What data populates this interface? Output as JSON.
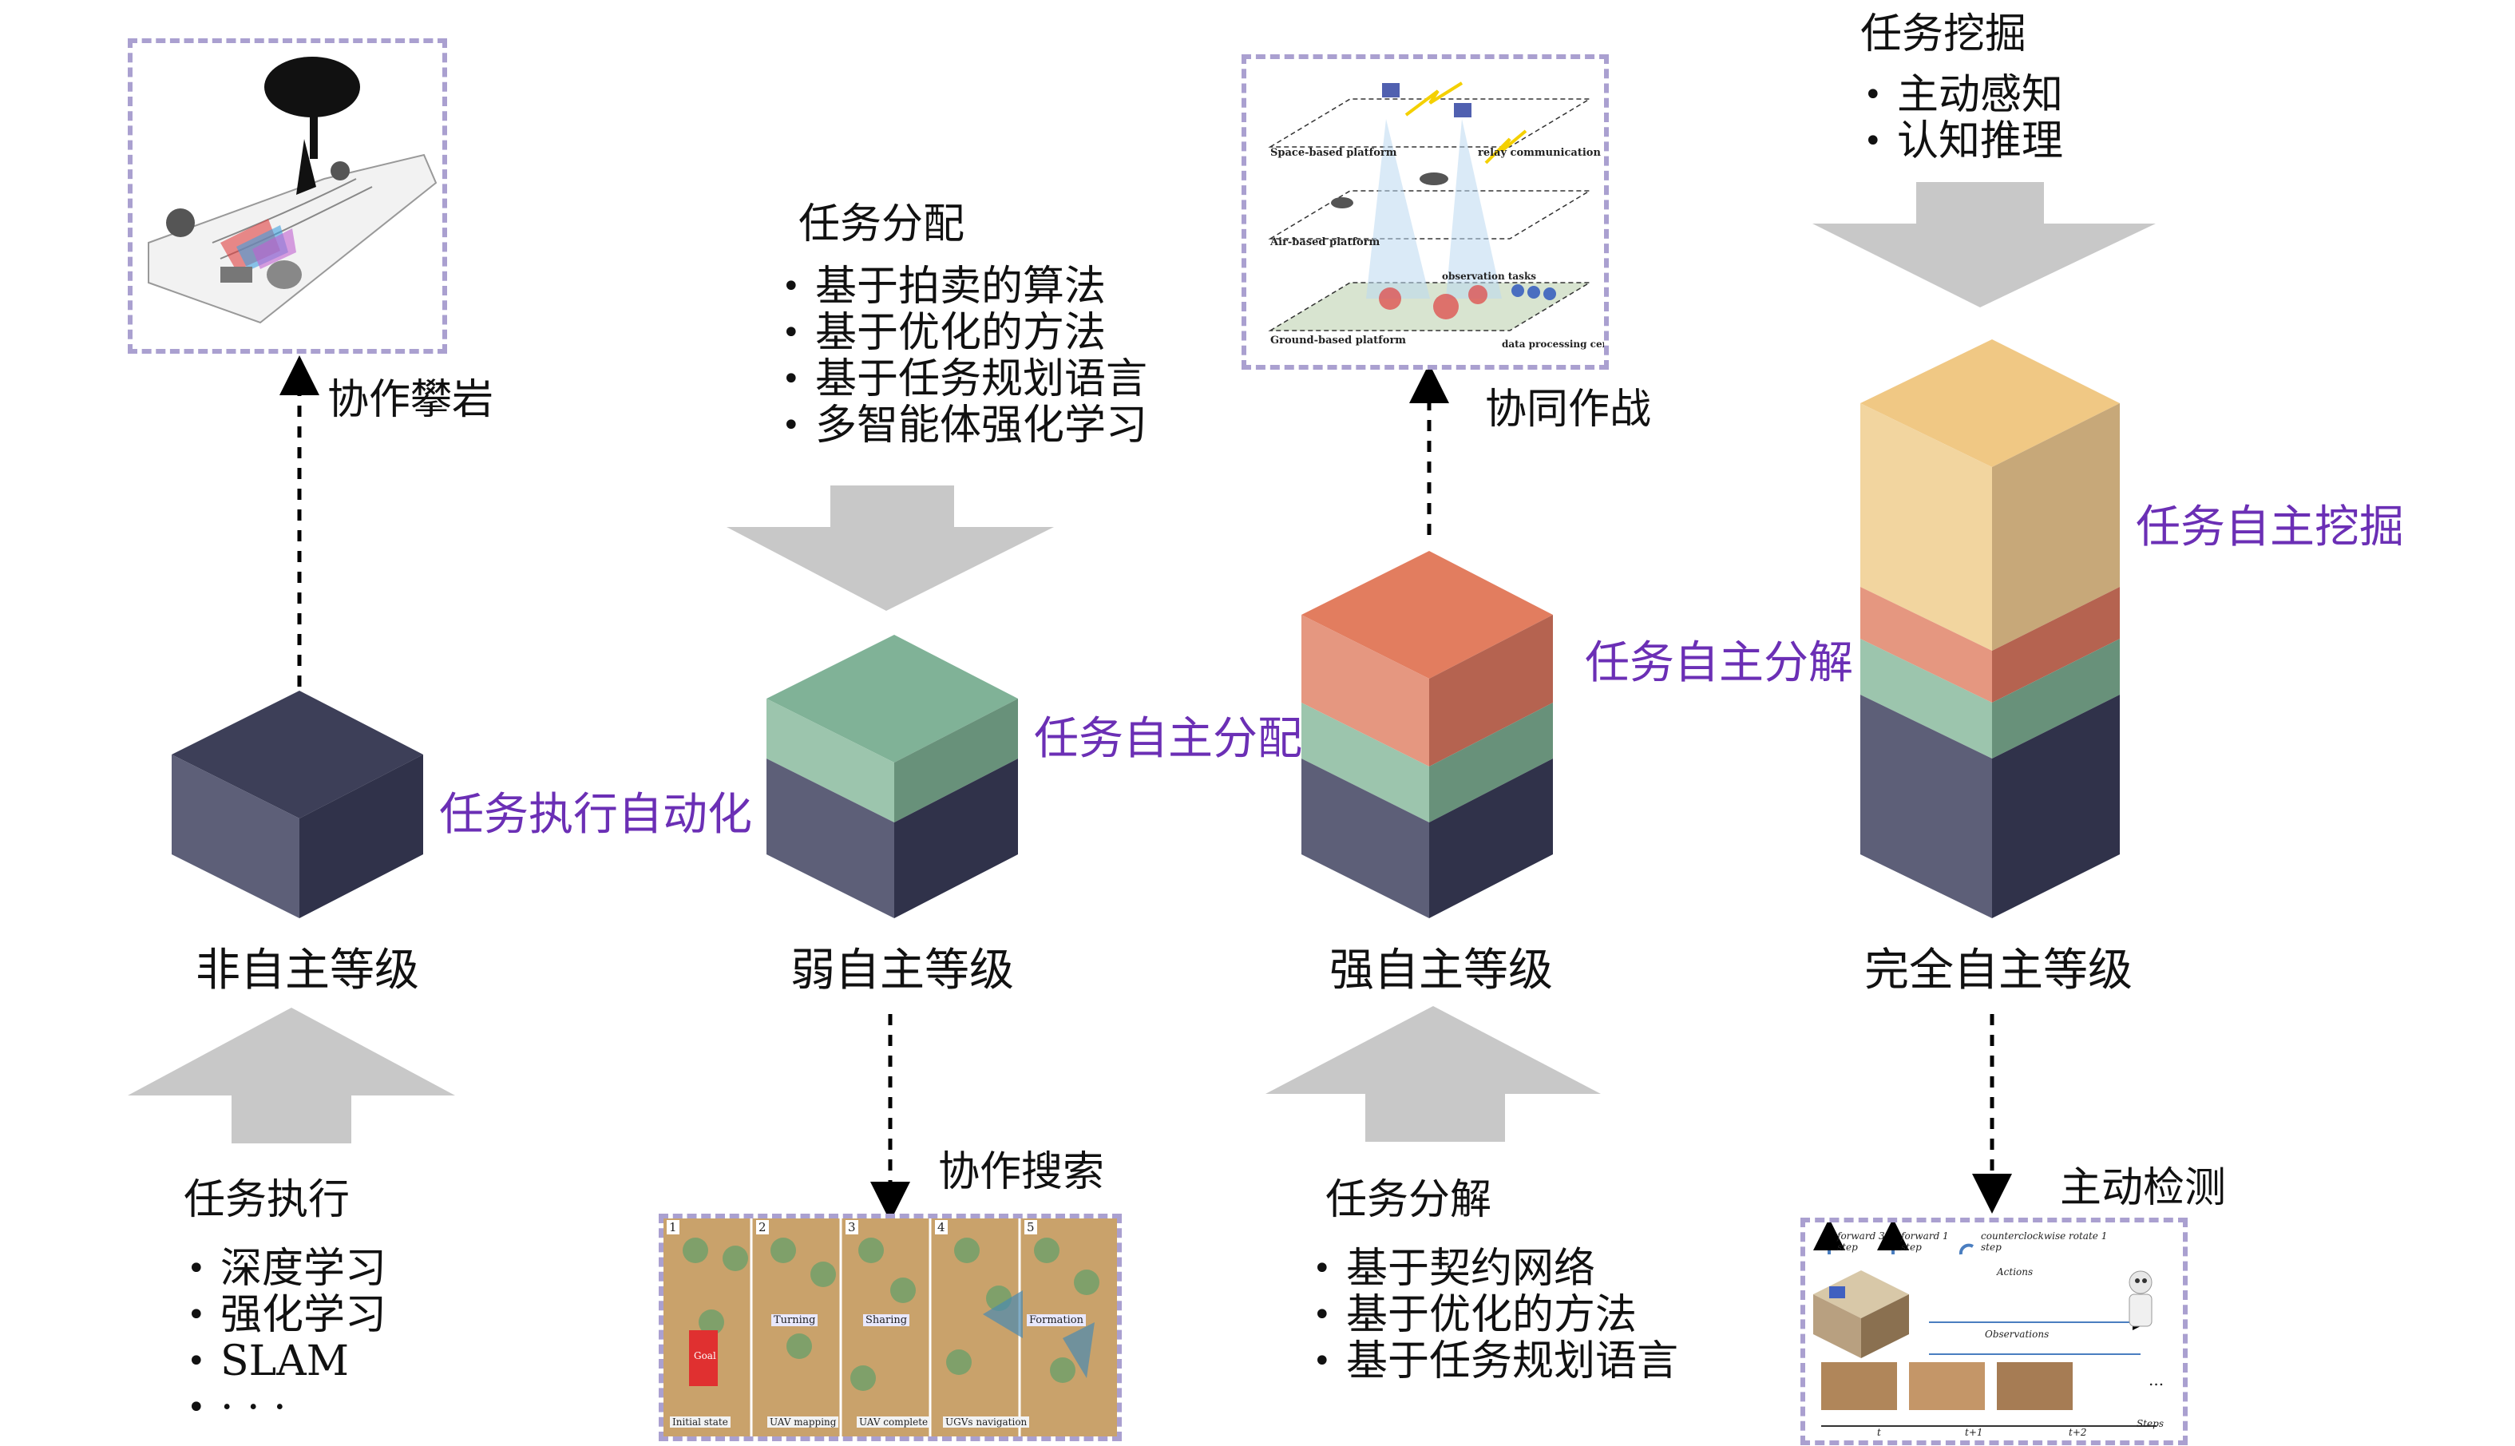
{
  "levels": {
    "non_autonomous": "非自主等级",
    "weak": "弱自主等级",
    "strong": "强自主等级",
    "full": "完全自主等级"
  },
  "transitions": {
    "execution_automation": "任务执行自动化",
    "autonomous_allocation": "任务自主分配",
    "autonomous_decomposition": "任务自主分解",
    "autonomous_mining": "任务自主挖掘"
  },
  "applications": {
    "climbing": "协作攀岩",
    "search": "协作搜索",
    "combat": "协同作战",
    "detection": "主动检测"
  },
  "task_execution": {
    "title": "任务执行",
    "items": [
      "深度学习",
      "强化学习",
      "SLAM",
      "· · ·"
    ]
  },
  "task_allocation": {
    "title": "任务分配",
    "items": [
      "基于拍卖的算法",
      "基于优化的方法",
      "基于任务规划语言",
      "多智能体强化学习"
    ]
  },
  "task_decomposition": {
    "title": "任务分解",
    "items": [
      "基于契约网络",
      "基于优化的方法",
      "基于任务规划语言"
    ]
  },
  "task_mining": {
    "title": "任务挖掘",
    "items": [
      "主动感知",
      "认知推理"
    ]
  },
  "combat_thumb": {
    "space": "Space-based platform",
    "relay": "relay communication",
    "air": "Air-based platform",
    "obs": "observation tasks",
    "ground": "Ground-based platform",
    "dpc": "data processing center"
  },
  "search_thumb": {
    "panels": [
      "1",
      "2",
      "3",
      "4",
      "5"
    ],
    "captions": [
      "Initial state",
      "UAV mapping",
      "UAV complete",
      "UGVs navigation"
    ],
    "goal": "Goal",
    "turning": "Turning",
    "sharing": "Sharing",
    "formation": "Formation"
  },
  "detect_thumb": {
    "a1": "forward 3 step",
    "a2": "forward 1 step",
    "a3": "counterclockwise rotate 1 step",
    "actions": "Actions",
    "observations": "Observations",
    "t": "t",
    "t1": "t+1",
    "t2": "t+2",
    "steps": "Steps",
    "dots": "..."
  },
  "colors": {
    "navy_front": "#5d5f78",
    "navy_side": "#30324a",
    "navy_top": "#3d3f58",
    "green_front": "#9cc5ad",
    "green_side": "#68917a",
    "green_top": "#80b297",
    "red_front": "#e59780",
    "red_side": "#b56350",
    "red_top": "#e27d5f",
    "yellow_front": "#f2d59f",
    "yellow_side": "#c7a879",
    "yellow_top": "#f0c884",
    "arrow_gray": "#c8c8c8",
    "label_purple": "#6b2fb5"
  }
}
